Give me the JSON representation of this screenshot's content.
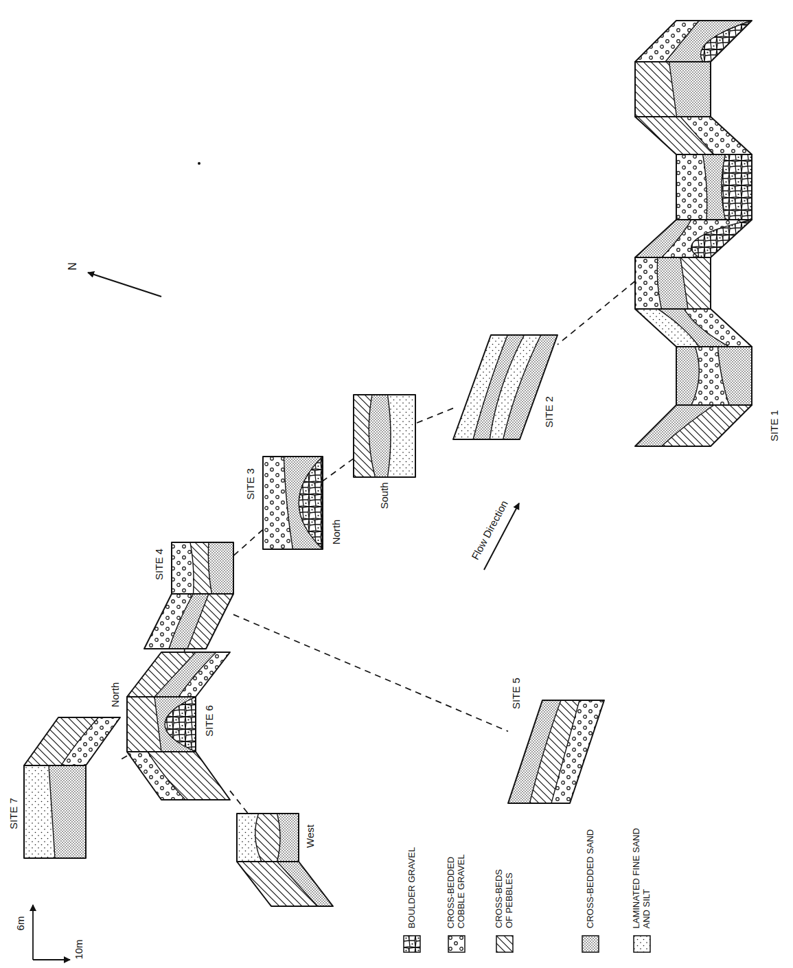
{
  "diagram": {
    "nodes": [
      {
        "text": [
          "SITE 1"
        ]
      },
      {
        "text": [
          "SITE 2"
        ]
      },
      {
        "text": [
          "SITE 3",
          "North"
        ]
      },
      {
        "text": [
          "South"
        ]
      },
      {
        "text": [
          "SITE 4"
        ]
      },
      {
        "text": [
          "SITE 5"
        ]
      },
      {
        "text": [
          "SITE 6",
          "North"
        ]
      },
      {
        "text": [
          "West"
        ]
      },
      {
        "text": [
          "SITE 7"
        ]
      }
    ],
    "edges": [
      {
        "from": 0,
        "to": 1,
        "arrow": "none"
      },
      {
        "from": 1,
        "to": 3,
        "arrow": "none"
      },
      {
        "from": 3,
        "to": 2,
        "arrow": "none"
      },
      {
        "from": 2,
        "to": 4,
        "arrow": "none"
      },
      {
        "from": 4,
        "to": 5,
        "arrow": "none"
      },
      {
        "from": 4,
        "to": 6,
        "arrow": "none"
      },
      {
        "from": 6,
        "to": 7,
        "arrow": "none"
      },
      {
        "from": 6,
        "to": 8,
        "arrow": "none"
      }
    ],
    "labels": [
      "N",
      "Flow Direction",
      "6m",
      "10m"
    ],
    "legend": [
      {
        "text": "BOULDER GRAVEL"
      },
      {
        "text": "CROSS-BEDDED COBBLE GRAVEL"
      },
      {
        "text": "CROSS-BEDS OF PEBBLES"
      },
      {
        "text": "CROSS-BEDDED SAND"
      },
      {
        "text": "LAMINATED FINE SAND AND SILT"
      }
    ]
  }
}
